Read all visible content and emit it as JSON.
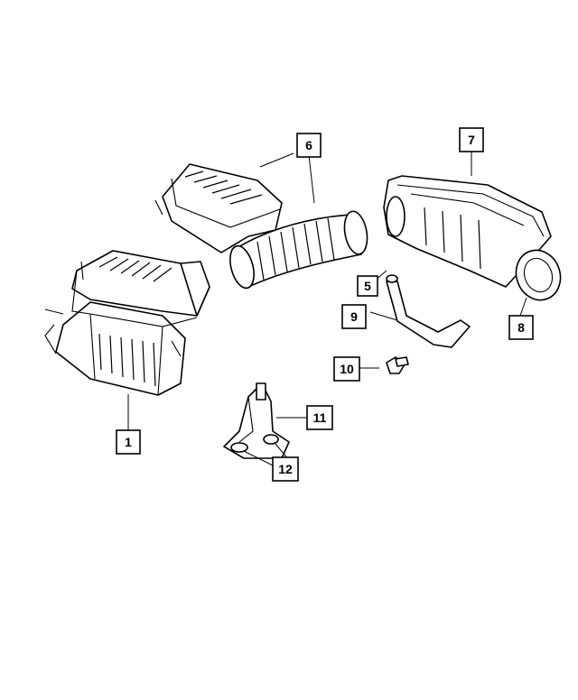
{
  "callouts": [
    {
      "id": "c1",
      "label": "1"
    },
    {
      "id": "c5",
      "label": "5"
    },
    {
      "id": "c6",
      "label": "6"
    },
    {
      "id": "c7",
      "label": "7"
    },
    {
      "id": "c8",
      "label": "8"
    },
    {
      "id": "c9",
      "label": "9"
    },
    {
      "id": "c10",
      "label": "10"
    },
    {
      "id": "c11",
      "label": "11"
    },
    {
      "id": "c12",
      "label": "12"
    }
  ],
  "colors": {
    "line": "#000000",
    "background": "#ffffff"
  }
}
